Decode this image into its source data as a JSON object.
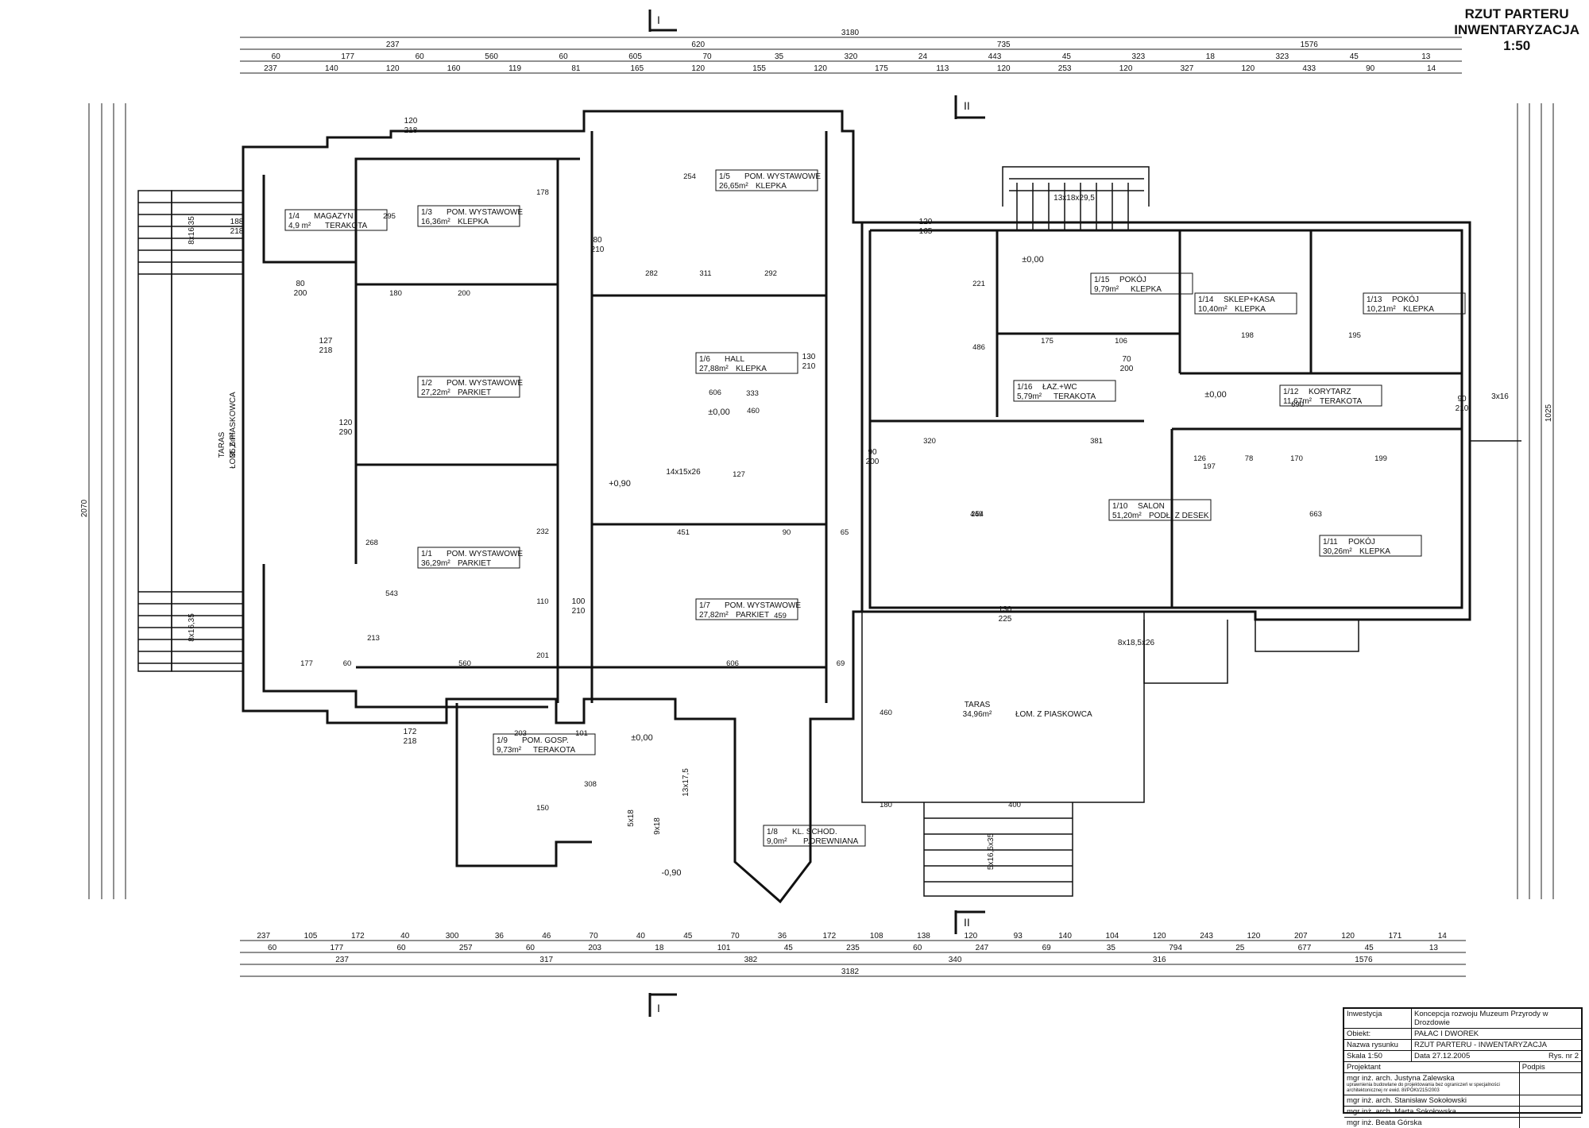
{
  "title": {
    "line1": "RZUT PARTERU",
    "line2": "INWENTARYZACJA",
    "scale": "1:50"
  },
  "section_marks": {
    "section1": "I",
    "section2": "II"
  },
  "dimensions": {
    "top_total": "3180",
    "top_row1": [
      "237",
      "620",
      "735",
      "1576"
    ],
    "top_row2": [
      "60",
      "177",
      "60",
      "560",
      "60",
      "605",
      "70",
      "35",
      "320",
      "24",
      "443",
      "45",
      "323",
      "18",
      "323",
      "45",
      "13"
    ],
    "top_row3": [
      "237",
      "140",
      "120",
      "160",
      "119",
      "81",
      "165",
      "120",
      "155",
      "120",
      "175",
      "113",
      "120",
      "253",
      "120",
      "327",
      "120",
      "433",
      "90",
      "14"
    ],
    "bottom_row1": [
      "237",
      "105",
      "172",
      "40",
      "300",
      "36",
      "46",
      "70",
      "40",
      "45",
      "70",
      "36",
      "172",
      "108",
      "138",
      "120",
      "93",
      "140",
      "104",
      "120",
      "243",
      "120",
      "207",
      "120",
      "171",
      "14"
    ],
    "bottom_row2": [
      "60",
      "177",
      "60",
      "257",
      "60",
      "203",
      "18",
      "101",
      "45",
      "235",
      "60",
      "247",
      "69",
      "35",
      "794",
      "25",
      "677",
      "45",
      "13"
    ],
    "bottom_row3": [
      "237",
      "317",
      "382",
      "340",
      "316",
      "1576"
    ],
    "bottom_total": "3182",
    "left_total": "2070",
    "right_total": "1025"
  },
  "rooms": [
    {
      "code": "1/1",
      "name": "POM. WYSTAWOWE",
      "area": "36,29m²",
      "floor": "PARKIET"
    },
    {
      "code": "1/2",
      "name": "POM. WYSTAWOWE",
      "area": "27,22m²",
      "floor": "PARKIET"
    },
    {
      "code": "1/3",
      "name": "POM. WYSTAWOWE",
      "area": "16,36m²",
      "floor": "KLEPKA"
    },
    {
      "code": "1/4",
      "name": "MAGAZYN",
      "area": "4,9 m²",
      "floor": "TERAKOTA"
    },
    {
      "code": "1/5",
      "name": "POM. WYSTAWOWE",
      "area": "26,65m²",
      "floor": "KLEPKA"
    },
    {
      "code": "1/6",
      "name": "HALL",
      "area": "27,88m²",
      "floor": "KLEPKA"
    },
    {
      "code": "1/7",
      "name": "POM. WYSTAWOWE",
      "area": "27,82m²",
      "floor": "PARKIET"
    },
    {
      "code": "1/8",
      "name": "KL. SCHOD.",
      "area": "9,0m²",
      "floor": "P.DREWNIANA"
    },
    {
      "code": "1/9",
      "name": "POM. GOSP.",
      "area": "9,73m²",
      "floor": "TERAKOTA"
    },
    {
      "code": "1/10",
      "name": "SALON",
      "area": "51,20m²",
      "floor": "PODŁ. Z DESEK"
    },
    {
      "code": "1/11",
      "name": "POKÓJ",
      "area": "30,26m²",
      "floor": "KLEPKA"
    },
    {
      "code": "1/12",
      "name": "KORYTARZ",
      "area": "11,67m²",
      "floor": "TERAKOTA"
    },
    {
      "code": "1/13",
      "name": "POKÓJ",
      "area": "10,21m²",
      "floor": "KLEPKA"
    },
    {
      "code": "1/14",
      "name": "SKLEP+KASA",
      "area": "10,40m²",
      "floor": "KLEPKA"
    },
    {
      "code": "1/15",
      "name": "POKÓJ",
      "area": "9,79m²",
      "floor": "KLEPKA"
    },
    {
      "code": "1/16",
      "name": "ŁAZ.+WC",
      "area": "5,79m²",
      "floor": "TERAKOTA"
    }
  ],
  "terraces": [
    {
      "label": "TARAS",
      "area": "35,6m²",
      "material": "ŁOM. Z PIASKOWCA"
    },
    {
      "label": "TARAS",
      "area": "34,96m²",
      "material": "ŁOM. Z PIASKOWCA"
    }
  ],
  "stairs_labels": [
    "8x16,35",
    "8x16,35",
    "13x18x29,5",
    "14x15x26",
    "8x18,5x26",
    "5x16,5x35",
    "13x17,5",
    "5x18",
    "3x16",
    "9x18"
  ],
  "level_marks": [
    "±0,00",
    "±0,00",
    "±0,00",
    "±0,00",
    "+0,90",
    "-0,90"
  ],
  "opening_labels": [
    {
      "w": "80",
      "h": "210"
    },
    {
      "w": "80",
      "h": "200"
    },
    {
      "w": "120",
      "h": "290"
    },
    {
      "w": "100",
      "h": "210"
    },
    {
      "w": "90",
      "h": "200"
    },
    {
      "w": "130",
      "h": "210"
    },
    {
      "w": "70",
      "h": "200"
    },
    {
      "w": "130",
      "h": "225"
    },
    {
      "w": "188",
      "h": "218"
    },
    {
      "w": "127",
      "h": "218"
    },
    {
      "w": "172",
      "h": "218"
    },
    {
      "w": "120",
      "h": "165"
    },
    {
      "w": "120",
      "h": "218"
    },
    {
      "w": "90",
      "h": "210"
    }
  ],
  "inner_dims": [
    "282",
    "311",
    "292",
    "606",
    "451",
    "90",
    "65",
    "663",
    "690",
    "381",
    "320",
    "175",
    "106",
    "198",
    "195",
    "126",
    "78",
    "170",
    "199",
    "606",
    "560",
    "177",
    "203",
    "101",
    "180",
    "200",
    "60",
    "69",
    "400",
    "180",
    "460",
    "486",
    "449",
    "543",
    "213",
    "268",
    "254",
    "221",
    "197",
    "459",
    "333",
    "460",
    "127",
    "232",
    "201",
    "110",
    "308",
    "150",
    "295",
    "178",
    "254"
  ],
  "title_block": {
    "investment_label": "Inwestycja",
    "investment_value": "Koncepcja rozwoju Muzeum Przyrody w Drozdowie",
    "object_label": "Obiekt:",
    "object_value": "PAŁAC I DWOREK",
    "drawing_label": "Nazwa rysunku",
    "drawing_value": "RZUT PARTERU - INWENTARYZACJA",
    "scale_label": "Skala 1:50",
    "date_label": "Data 27.12.2005",
    "sheet_label": "Rys. nr 2",
    "designer_label": "Projektant",
    "signature_label": "Podpis",
    "designer1": "mgr inż. arch. Justyna Zalewska",
    "designer1_note": "uprawnienia budowlane do projektowania bez ograniczeń w specjalności architektonicznej nr ewid. 8I/POKt/215/2003",
    "designer2": "mgr inż. arch. Stanisław Sokołowski",
    "designer3": "mgr inż. arch. Marta Sokołowska",
    "designer4": "mgr inż. Beata Górska"
  }
}
